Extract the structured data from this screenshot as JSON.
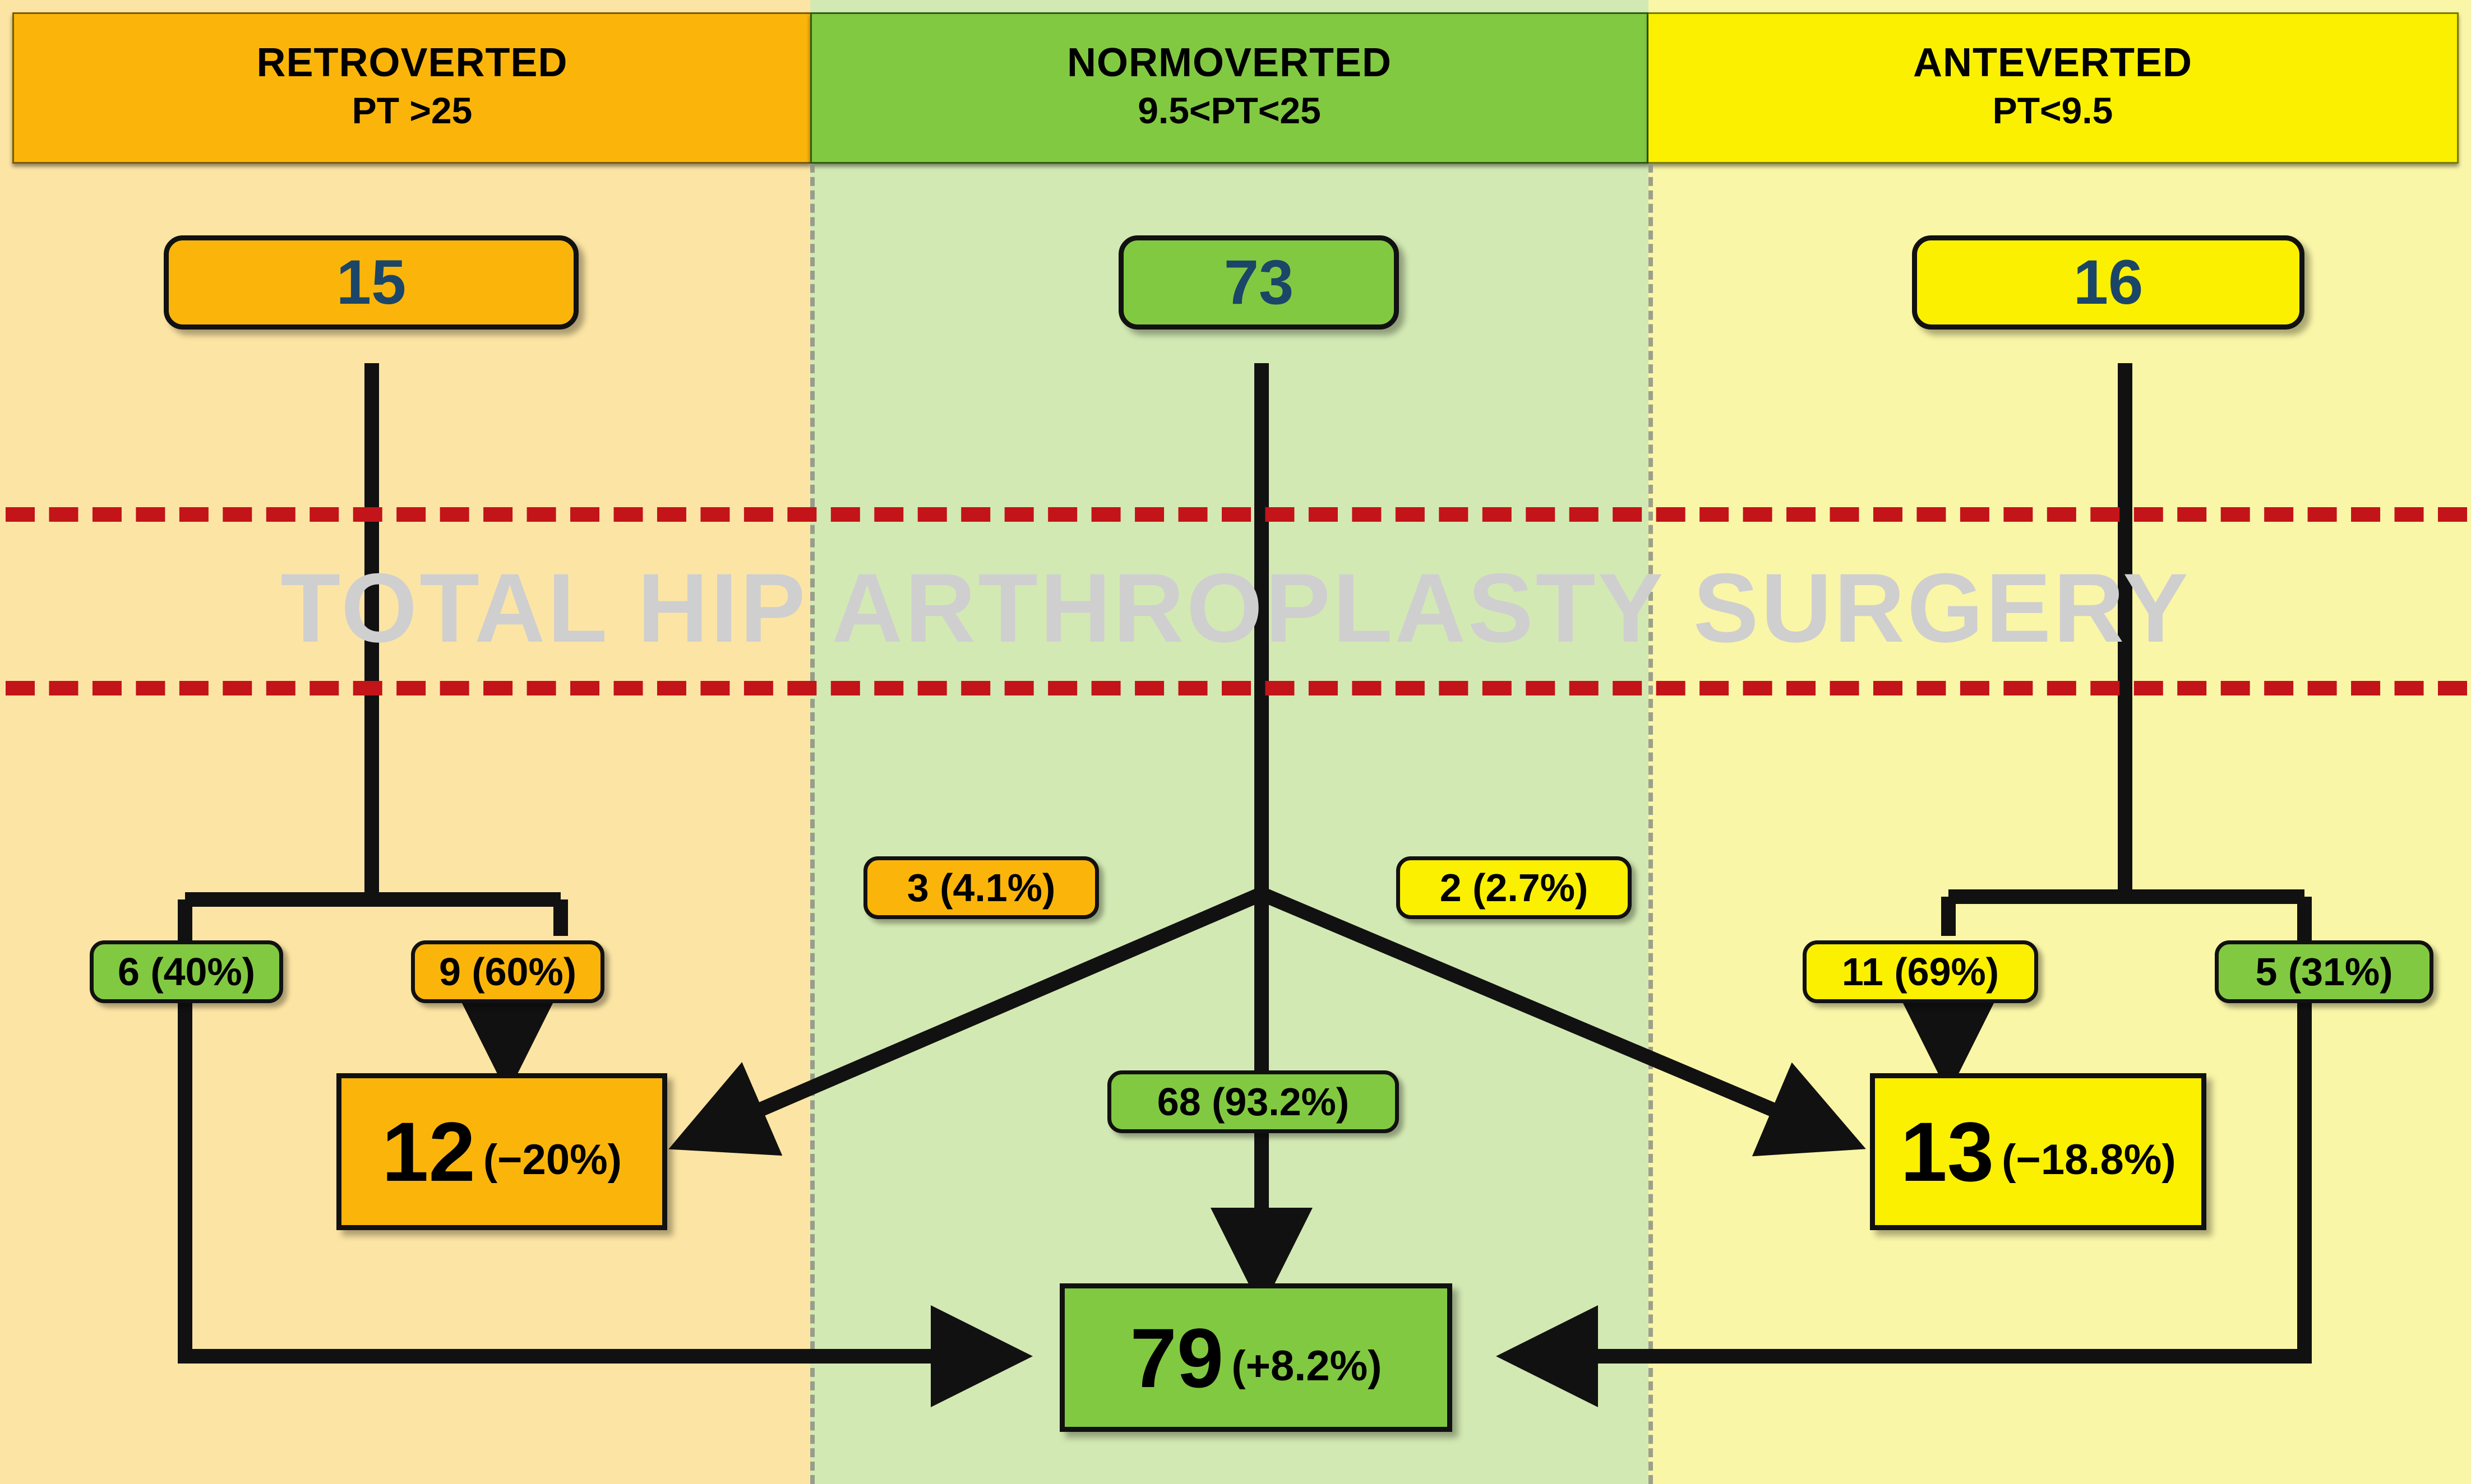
{
  "columns": [
    {
      "key": "retroverted",
      "title": "RETROVERTED",
      "criterion": "PT >25",
      "color": "#FBB50A",
      "bg": "#FCE5A4"
    },
    {
      "key": "normoverted",
      "title": "NORMOVERTED",
      "criterion": "9.5<PT<25",
      "color": "#82C942",
      "bg": "#D3E9B3"
    },
    {
      "key": "anteverted",
      "title": "ANTEVERTED",
      "criterion": "PT<9.5",
      "color": "#FAF000",
      "bg": "#FAF6A8"
    }
  ],
  "watermark": "TOTAL HIP ARTHROPLASTY SURGERY",
  "pre_op": {
    "retroverted_count": "15",
    "normoverted_count": "73",
    "anteverted_count": "16"
  },
  "transitions": {
    "retroverted": [
      {
        "label": "6 (40%)",
        "to": "normoverted",
        "color": "green"
      },
      {
        "label": "9 (60%)",
        "to": "retroverted",
        "color": "orange"
      }
    ],
    "normoverted": [
      {
        "label": "3 (4.1%)",
        "to": "retroverted",
        "color": "orange"
      },
      {
        "label": "68 (93.2%)",
        "to": "normoverted",
        "color": "green"
      },
      {
        "label": "2 (2.7%)",
        "to": "anteverted",
        "color": "yellow"
      }
    ],
    "anteverted": [
      {
        "label": "11 (69%)",
        "to": "anteverted",
        "color": "yellow"
      },
      {
        "label": "5 (31%)",
        "to": "normoverted",
        "color": "green"
      }
    ]
  },
  "post_op": {
    "retroverted": {
      "count": "12",
      "delta": "(−20%)"
    },
    "normoverted": {
      "count": "79",
      "delta": "(+8.2%)"
    },
    "anteverted": {
      "count": "13",
      "delta": "(−18.8%)"
    }
  },
  "chart_data": {
    "type": "diagram",
    "title": "Pelvic tilt version category transitions after total hip arthroplasty surgery",
    "categories": [
      "RETROVERTED (PT >25)",
      "NORMOVERTED (9.5<PT<25)",
      "ANTEVERTED (PT<9.5)"
    ],
    "pre_op_counts": [
      15,
      73,
      16
    ],
    "post_op_counts": [
      12,
      79,
      13
    ],
    "post_op_change_pct": [
      -20.0,
      8.2,
      -18.8
    ],
    "flows": [
      {
        "from": "RETROVERTED",
        "to": "NORMOVERTED",
        "n": 6,
        "pct": 40.0
      },
      {
        "from": "RETROVERTED",
        "to": "RETROVERTED",
        "n": 9,
        "pct": 60.0
      },
      {
        "from": "NORMOVERTED",
        "to": "RETROVERTED",
        "n": 3,
        "pct": 4.1
      },
      {
        "from": "NORMOVERTED",
        "to": "NORMOVERTED",
        "n": 68,
        "pct": 93.2
      },
      {
        "from": "NORMOVERTED",
        "to": "ANTEVERTED",
        "n": 2,
        "pct": 2.7
      },
      {
        "from": "ANTEVERTED",
        "to": "ANTEVERTED",
        "n": 11,
        "pct": 69.0
      },
      {
        "from": "ANTEVERTED",
        "to": "NORMOVERTED",
        "n": 5,
        "pct": 31.0
      }
    ],
    "separator_label": "TOTAL HIP ARTHROPLASTY SURGERY"
  }
}
